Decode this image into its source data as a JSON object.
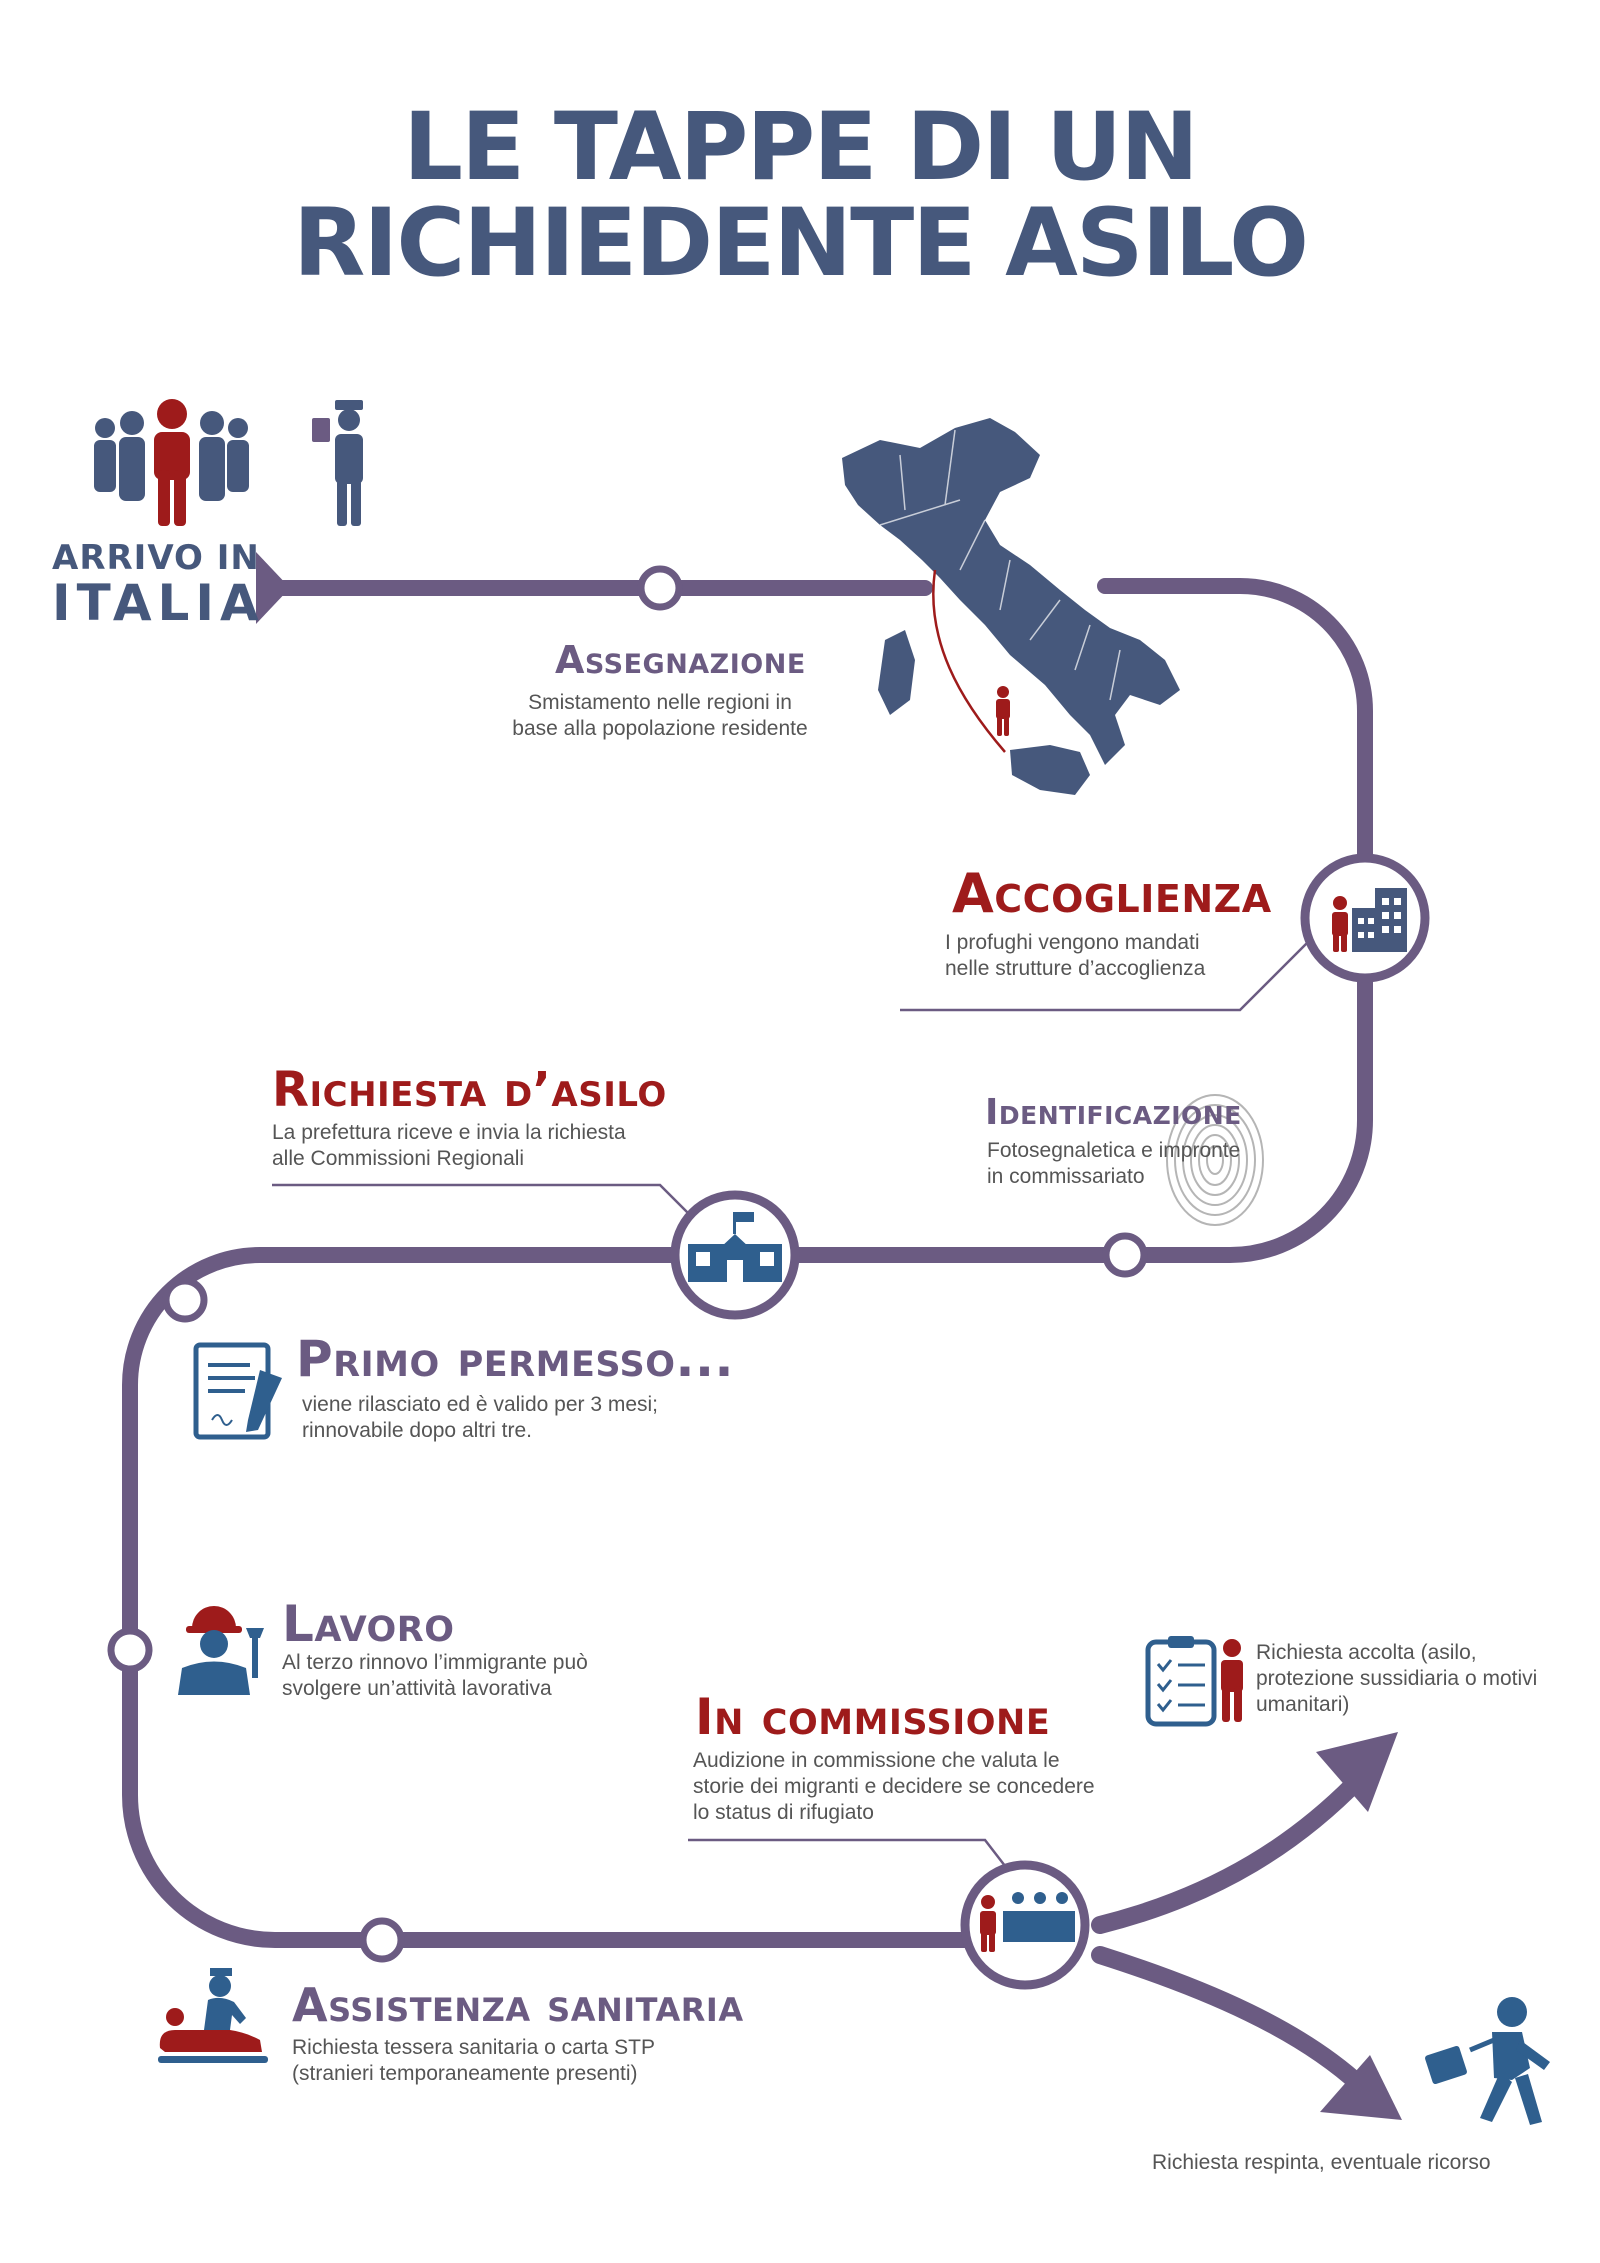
{
  "title": {
    "line1": "LE TAPPE DI UN",
    "line2": "RICHIEDENTE ASILO"
  },
  "colors": {
    "path": "#6b5b82",
    "navy": "#46587c",
    "red": "#9e1b1b",
    "icon_blue": "#2f5f8e",
    "text": "#555555"
  },
  "start": {
    "line1": "ARRIVO IN",
    "line2": "ITALIA",
    "icons": [
      "group-of-people-icon",
      "police-officer-icon"
    ]
  },
  "steps": {
    "assegnazione": {
      "title": "Assegnazione",
      "desc": [
        "Smistamento nelle regioni in",
        "base alla popolazione residente"
      ],
      "icon": "italy-map-icon"
    },
    "accoglienza": {
      "title": "Accoglienza",
      "desc": [
        "I profughi vengono mandati",
        "nelle strutture d’accoglienza"
      ],
      "icon": "reception-buildings-icon"
    },
    "identificazione": {
      "title": "Identificazione",
      "desc": [
        "Fotosegnaletica e impronte",
        "in commissariato"
      ],
      "icon": "fingerprint-icon"
    },
    "richiesta": {
      "title": "Richiesta d’asilo",
      "desc": [
        "La prefettura riceve e invia la richiesta",
        "alle Commissioni Regionali"
      ],
      "icon": "prefecture-building-icon"
    },
    "primo": {
      "title": "Primo permesso...",
      "desc": [
        "viene rilasciato ed è valido per 3 mesi;",
        "rinnovabile dopo altri tre."
      ],
      "icon": "signed-document-icon"
    },
    "lavoro": {
      "title": "Lavoro",
      "desc": [
        "Al terzo rinnovo l’immigrante può",
        "svolgere un’attività lavorativa"
      ],
      "icon": "worker-icon"
    },
    "commissione": {
      "title": "In commissione",
      "desc": [
        "Audizione in commissione che valuta le",
        "storie dei migranti e decidere se concedere",
        "lo status di rifugiato"
      ],
      "icon": "commission-panel-icon"
    },
    "sanitaria": {
      "title": "Assistenza sanitaria",
      "desc": [
        "Richiesta tessera sanitaria o carta STP",
        "(stranieri temporaneamente presenti)"
      ],
      "icon": "medical-care-icon"
    }
  },
  "outcomes": {
    "accepted": {
      "desc": [
        "Richiesta accolta (asilo,",
        "protezione sussidiaria o motivi",
        "umanitari)"
      ],
      "icon": "checklist-icon"
    },
    "rejected": {
      "desc": [
        "Richiesta respinta, eventuale ricorso"
      ],
      "icon": "leaving-businessman-icon"
    }
  }
}
